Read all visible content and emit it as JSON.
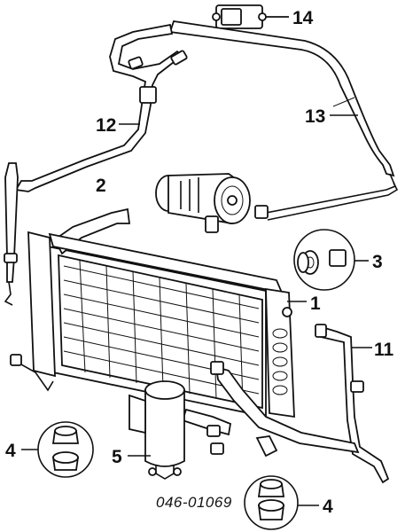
{
  "diagram": {
    "callouts": {
      "p1": "1",
      "p2": "2",
      "p3": "3",
      "p4a": "4",
      "p4b": "4",
      "p5": "5",
      "p11": "11",
      "p12": "12",
      "p13": "13",
      "p14": "14"
    },
    "reference_code": "046-01069"
  }
}
